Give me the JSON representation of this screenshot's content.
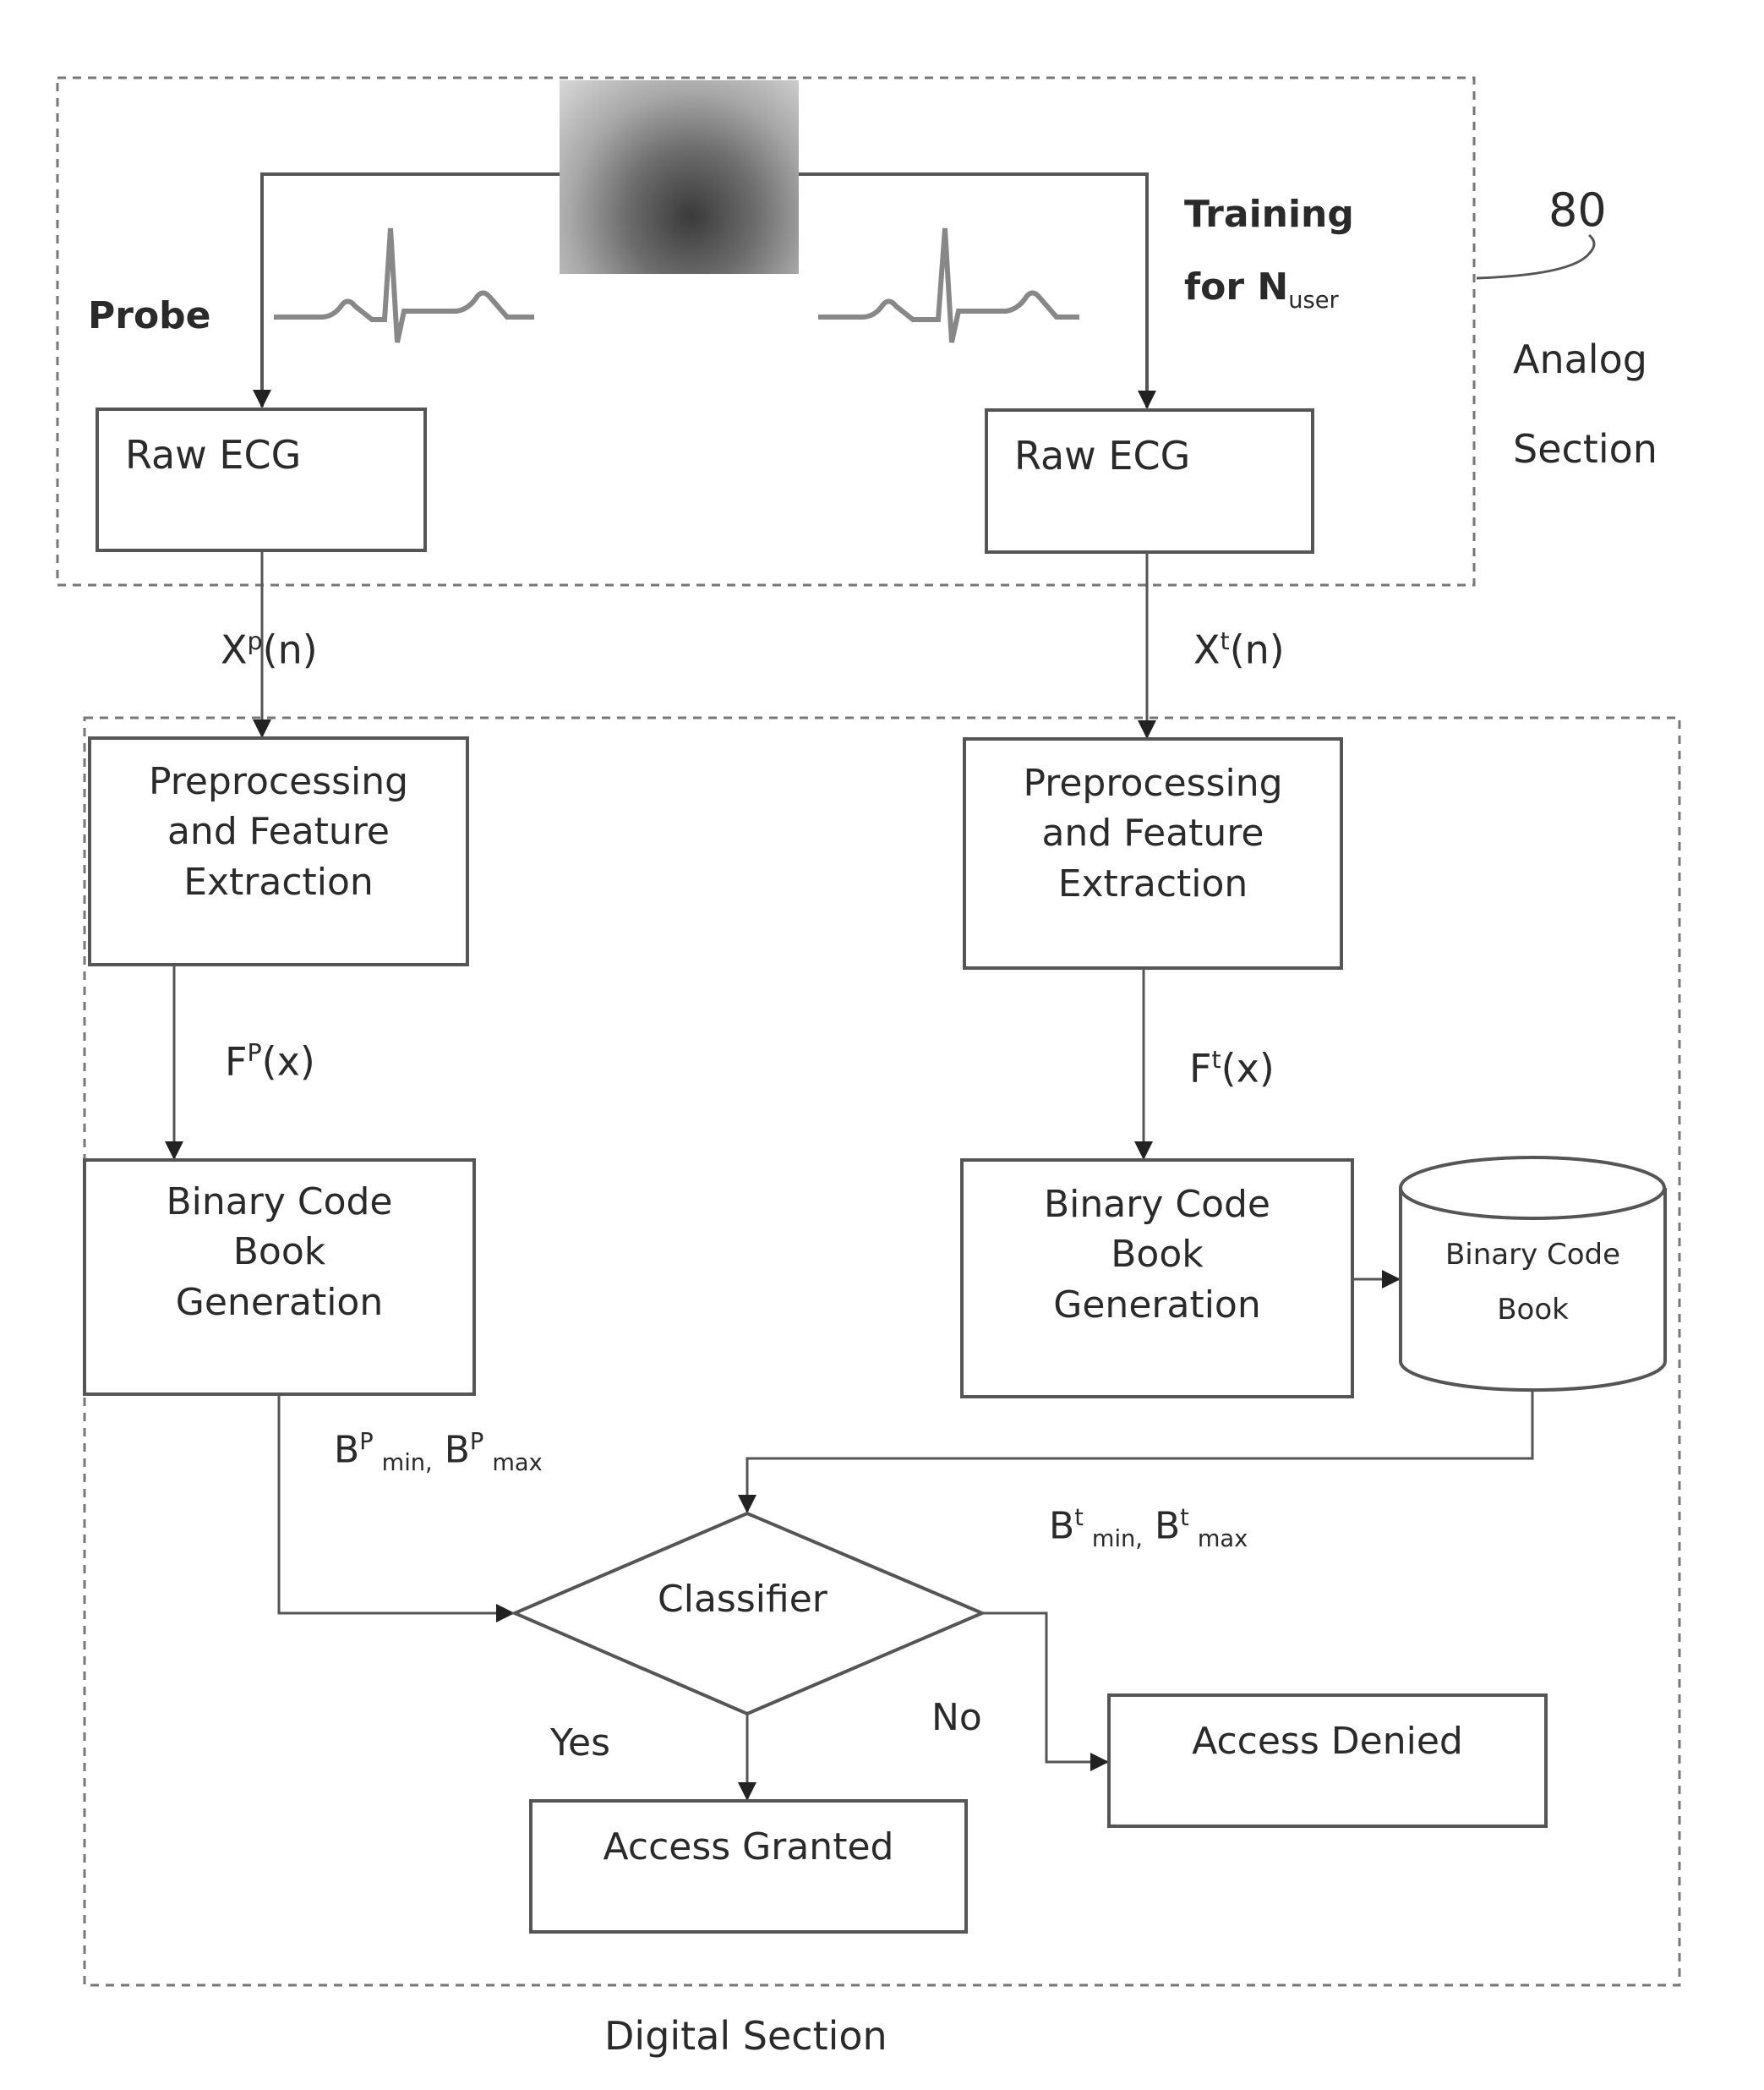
{
  "figure_ref": "80",
  "analog": {
    "section_label_line1": "Analog",
    "section_label_line2": "Section",
    "probe_label": "Probe",
    "training_label_line1": "Training",
    "training_label_line2": "for N",
    "training_label_sub": "user",
    "raw_ecg_left": "Raw ECG",
    "raw_ecg_right": "Raw ECG",
    "photo": "hand-with-electrodes-photo",
    "waveform": "ecg-waveform"
  },
  "signals": {
    "probe_signal": {
      "base": "X",
      "sup": "p",
      "rest": "(n)"
    },
    "training_signal": {
      "base": "X",
      "sup": "t",
      "rest": "(n)"
    },
    "probe_features": {
      "base": "F",
      "sup": "P",
      "rest": "(x)"
    },
    "training_features": {
      "base": "F",
      "sup": "t",
      "rest": "(x)"
    },
    "probe_bounds": {
      "b1": "B",
      "sup1": "P",
      "sub1": "min,",
      "b2": "B",
      "sup2": "P",
      "sub2": "max"
    },
    "training_bounds": {
      "b1": "B",
      "sup1": "t",
      "sub1": "min,",
      "b2": "B",
      "sup2": "t",
      "sub2": "max"
    }
  },
  "digital": {
    "section_label": "Digital Section",
    "preproc_left": [
      "Preprocessing",
      "and Feature",
      "Extraction"
    ],
    "preproc_right": [
      "Preprocessing",
      "and Feature",
      "Extraction"
    ],
    "binary_left": [
      "Binary Code",
      "Book",
      "Generation"
    ],
    "binary_right": [
      "Binary Code",
      "Book",
      "Generation"
    ],
    "codebook_store": [
      "Binary Code",
      "Book"
    ],
    "classifier": "Classifier",
    "yes_label": "Yes",
    "no_label": "No",
    "access_granted": "Access Granted",
    "access_denied": "Access Denied"
  }
}
